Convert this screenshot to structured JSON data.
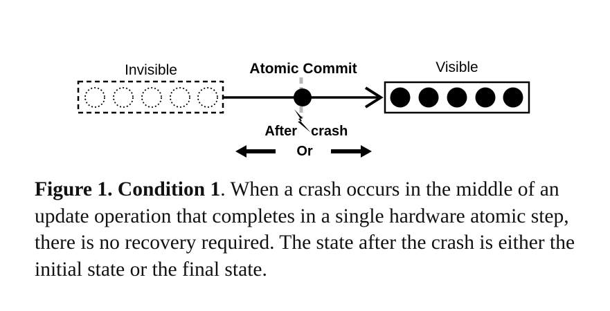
{
  "diagram": {
    "label_invisible": "Invisible",
    "label_atomic_commit": "Atomic Commit",
    "label_visible": "Visible",
    "label_after": "After",
    "label_crash": "crash",
    "label_or": "Or"
  },
  "caption": {
    "figure_label": "Figure 1. Condition 1",
    "text": ". When a crash occurs in the middle of an update operation that completes in a single hardware atomic step, there is no recovery required. The state after the crash is either the initial state or the final state."
  }
}
